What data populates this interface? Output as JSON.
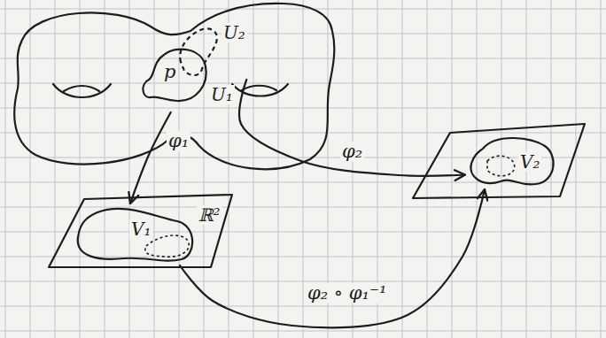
{
  "diagram": {
    "nodes": [
      {
        "text": [
          "U₂"
        ]
      },
      {
        "text": [
          "U₁"
        ]
      },
      {
        "text": [
          "ℝ²"
        ]
      },
      {
        "text": [
          "V₁"
        ],
        "in": 2
      },
      {
        "text": [
          "V₂"
        ]
      }
    ],
    "edges": [
      {
        "from": 1,
        "to": 3,
        "arrow": "to",
        "label": "φ₁"
      },
      {
        "from": 0,
        "to": 4,
        "arrow": "to",
        "label": "φ₂"
      },
      {
        "from": 3,
        "to": 4,
        "arrow": "to",
        "label": "φ₂ ∘ φ₁⁻¹"
      }
    ],
    "labels": [
      "p"
    ]
  }
}
